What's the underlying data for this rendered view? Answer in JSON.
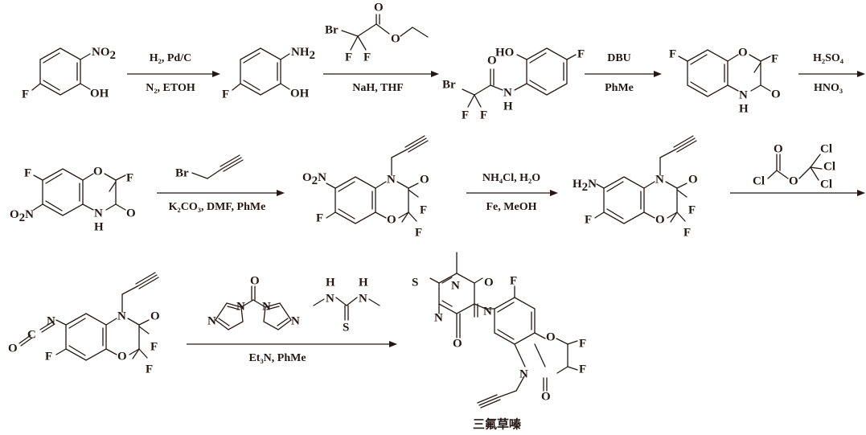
{
  "atoms": {
    "F": "F",
    "O": "O",
    "N": "N",
    "NH": "NH",
    "H": "H",
    "HO": "HO",
    "OH": "OH",
    "Br": "Br",
    "Cl": "Cl",
    "S": "S",
    "C": "C",
    "NO2_main": "NO",
    "NO2_sub": "2",
    "O2N_O": "O",
    "O2N_sub": "2",
    "O2N_N": "N",
    "NH2_main": "NH",
    "NH2_sub": "2",
    "H2N_H": "H",
    "H2N_sub": "2",
    "H2N_N": "N"
  },
  "conditions": {
    "step1_above": "H₂, Pd/C",
    "step1_below": "N₂, ETOH",
    "step2_below": "NaH, THF",
    "step3_above": "DBU",
    "step3_below": "PhMe",
    "step4_above": "H₂SO₄",
    "step4_below": "HNO₃",
    "step5_below": "K₂CO₃, DMF, PhMe",
    "step6_above": "NH₄Cl, H₂O",
    "step6_below": "Fe, MeOH",
    "step8_below": "Et₃N, PhMe"
  },
  "product_name": "三氟草嗪",
  "colors": {
    "ink": "#231815",
    "background": "#ffffff"
  }
}
